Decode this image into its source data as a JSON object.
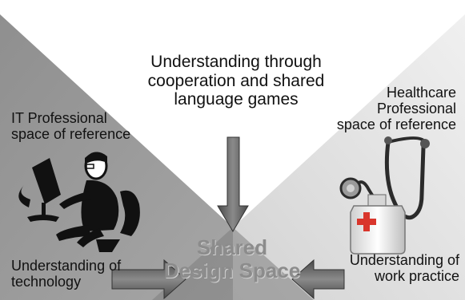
{
  "center_text": {
    "line1": "Understanding through",
    "line2": "cooperation and shared",
    "line3": "language games"
  },
  "it_space": {
    "line1": "IT Professional",
    "line2": "space of reference"
  },
  "healthcare_space": {
    "line1": "Healthcare",
    "line2": "Professional",
    "line3": "space of reference"
  },
  "it_understanding": {
    "line1": "Understanding of",
    "line2": "technology"
  },
  "healthcare_understanding": {
    "line1": "Understanding of",
    "line2": "work practice"
  },
  "shared": {
    "line1": "Shared",
    "line2": "Design Space"
  },
  "icons": {
    "it_figure": "person-at-computer-icon",
    "healthcare_figure": "stethoscope-and-medicine-bottle-icon",
    "arrows": "block-arrow-icon"
  },
  "colors": {
    "it_triangle": "#9a9a9a",
    "healthcare_triangle": "#dcdcdc",
    "shared_region": "#7f7f7f",
    "arrow_fill": "#666666",
    "cross": "#d9362c"
  }
}
